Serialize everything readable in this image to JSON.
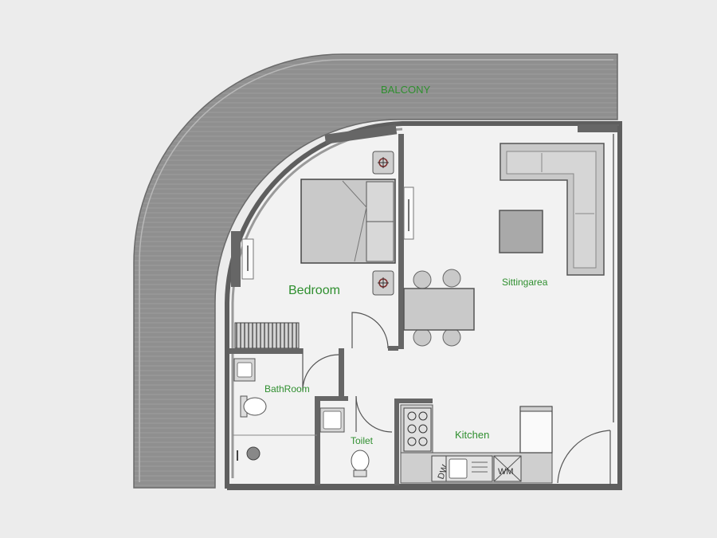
{
  "rooms": {
    "balcony": "BALCONY",
    "bedroom": "Bedroom",
    "sitting": "Sittingarea",
    "bathroom": "BathRoom",
    "toilet": "Toilet",
    "kitchen": "Kitchen"
  },
  "appliances": {
    "dishwasher": "DW",
    "washing_machine": "WM"
  },
  "colors": {
    "label": "#2f8f2f",
    "wall": "#6b6b6b",
    "floor": "#f2f2f2",
    "balcony": "#8f8f8f",
    "furniture": "#c6c6c6",
    "background": "#ececec"
  }
}
